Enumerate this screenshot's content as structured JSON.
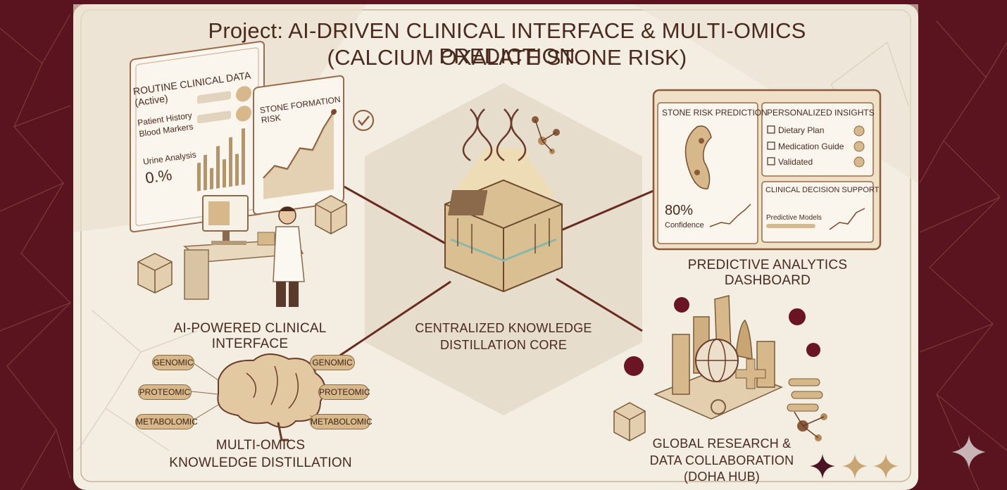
{
  "title": {
    "line1": "Project: AI-DRIVEN CLINICAL INTERFACE & MULTI-OMICS PREDICTION",
    "line2": "(CALCIUM OXALATE STONE RISK)"
  },
  "clinical_interface": {
    "label": "AI-POWERED CLINICAL INTERFACE",
    "panel_title": "ROUTINE CLINICAL DATA (Active)",
    "rows": [
      "Patient History",
      "Blood Markers",
      "Urine Analysis"
    ],
    "value": "0.%",
    "chart_title": "STONE FORMATION RISK"
  },
  "core": {
    "label_line1": "CENTRALIZED KNOWLEDGE",
    "label_line2": "DISTILLATION CORE"
  },
  "dashboard": {
    "label": "PREDICTIVE ANALYTICS DASHBOARD",
    "stone_title": "STONE RISK PREDICTION",
    "confidence_value": "80%",
    "confidence_label": "Confidence",
    "insights_title": "PERSONALIZED INSIGHTS",
    "insights": [
      "Dietary Plan",
      "Medication Guide",
      "Validated"
    ],
    "support_title": "CLINICAL DECISION SUPPORT",
    "support_item": "Predictive Models"
  },
  "omics": {
    "label_line1": "MULTI-OMICS",
    "label_line2": "KNOWLEDGE DISTILLATION",
    "left_pills": [
      "GENOMIC",
      "PROTEOMIC",
      "METABOLOMIC"
    ],
    "right_pills": [
      "GENOMIC",
      "PROTEOMIC",
      "METABOLOMIC"
    ]
  },
  "global": {
    "line1": "GLOBAL RESEARCH &",
    "line2": "DATA COLLABORATION",
    "line3": "(DOHA HUB)"
  },
  "colors": {
    "maroon": "#5a1420",
    "cream": "#f3ede2",
    "tan": "#d6b88a",
    "dark_brown": "#4a2a1e",
    "accent": "#7a2030"
  }
}
